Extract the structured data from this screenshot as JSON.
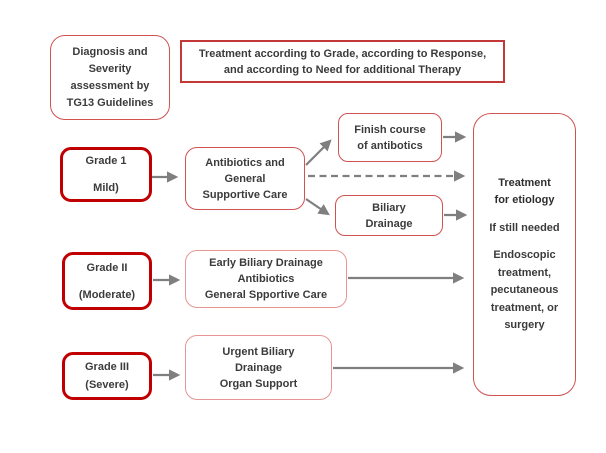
{
  "diagram": {
    "legend_box": {
      "lines": [
        "Diagnosis and",
        "Severity",
        "assessment by",
        "TG13 Guidelines"
      ]
    },
    "header_box": {
      "lines": [
        "Treatment according to Grade, according to Response,",
        "and according to Need for additional Therapy"
      ]
    },
    "grade1": {
      "name": "Grade 1",
      "severity": "Mild)"
    },
    "grade2": {
      "name": "Grade II",
      "severity": "(Moderate)"
    },
    "grade3": {
      "name": "Grade III",
      "severity": "(Severe)"
    },
    "antibiotics": {
      "lines": [
        "Antibiotics and",
        "General",
        "Supportive Care"
      ]
    },
    "finish": {
      "lines": [
        "Finish course",
        "of antibotics"
      ]
    },
    "biliary": {
      "lines": [
        "Biliary",
        "Drainage"
      ]
    },
    "early": {
      "lines": [
        "Early Biliary Drainage",
        "Antibiotics",
        "General Spportive Care"
      ]
    },
    "urgent": {
      "lines": [
        "Urgent Biliary",
        "Drainage",
        "Organ Support"
      ]
    },
    "etiology": {
      "heading": [
        "Treatment",
        "for etiology"
      ],
      "condition": "If still needed",
      "detail": [
        "Endoscopic",
        "treatment,",
        "pecutaneous",
        "treatment, or",
        "surgery"
      ]
    },
    "colors": {
      "thick_border": "#c00000",
      "thin_border": "#d05251",
      "light_border": "#e79593",
      "header_border": "#c23937",
      "arrow": "#7f7f7f",
      "text": "#3b3b3b"
    }
  }
}
